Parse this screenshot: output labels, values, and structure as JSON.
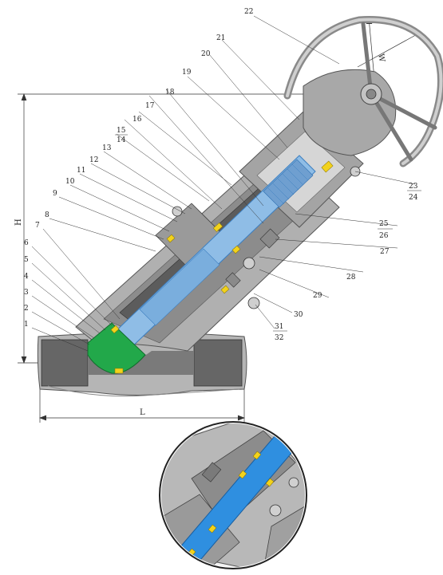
{
  "diagram": {
    "dimensions": {
      "height": "H",
      "length": "L",
      "width": "W"
    },
    "callouts": [
      {
        "id": "1",
        "text": "1"
      },
      {
        "id": "2",
        "text": "2"
      },
      {
        "id": "3",
        "text": "3"
      },
      {
        "id": "4",
        "text": "4"
      },
      {
        "id": "5",
        "text": "5"
      },
      {
        "id": "6",
        "text": "6"
      },
      {
        "id": "7",
        "text": "7"
      },
      {
        "id": "8",
        "text": "8"
      },
      {
        "id": "9",
        "text": "9"
      },
      {
        "id": "10",
        "text": "10"
      },
      {
        "id": "11",
        "text": "11"
      },
      {
        "id": "12",
        "text": "12"
      },
      {
        "id": "13",
        "text": "13"
      },
      {
        "id": "14",
        "text": "14"
      },
      {
        "id": "15",
        "text": "15"
      },
      {
        "id": "16",
        "text": "16"
      },
      {
        "id": "17",
        "text": "17"
      },
      {
        "id": "18",
        "text": "18"
      },
      {
        "id": "19",
        "text": "19"
      },
      {
        "id": "20",
        "text": "20"
      },
      {
        "id": "21",
        "text": "21"
      },
      {
        "id": "22",
        "text": "22"
      },
      {
        "id": "23",
        "text": "23"
      },
      {
        "id": "24",
        "text": "24"
      },
      {
        "id": "25",
        "text": "25"
      },
      {
        "id": "26",
        "text": "26"
      },
      {
        "id": "27",
        "text": "27"
      },
      {
        "id": "28",
        "text": "28"
      },
      {
        "id": "29",
        "text": "29"
      },
      {
        "id": "30",
        "text": "30"
      },
      {
        "id": "31",
        "text": "31"
      },
      {
        "id": "32",
        "text": "32"
      }
    ],
    "colors": {
      "body": "#a8a8a8",
      "body_dark": "#6e6e6e",
      "stem": "#8fbde6",
      "stem_edge": "#3d7fc0",
      "disc": "#22a84a",
      "packing": "#f2d21c",
      "detail_stem": "#2f8fe0"
    }
  }
}
